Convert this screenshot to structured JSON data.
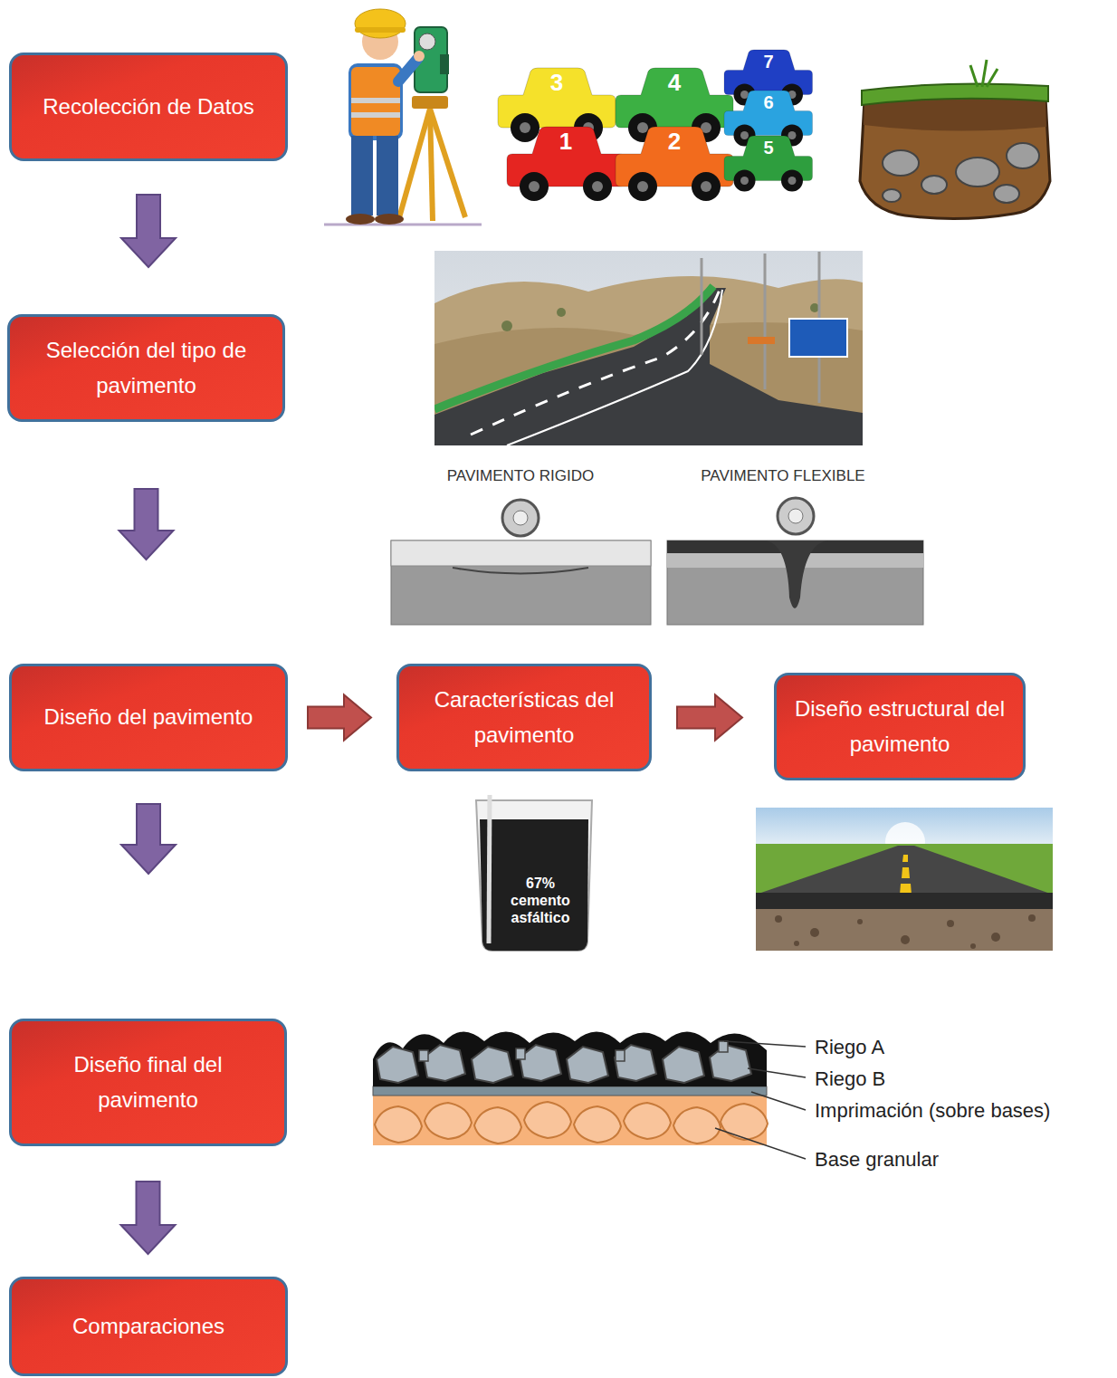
{
  "diagram": {
    "nodes": [
      {
        "text": [
          "Recolección de Datos"
        ]
      },
      {
        "text": [
          "Selección del tipo de pavimento"
        ]
      },
      {
        "text": [
          "Diseño del pavimento"
        ]
      },
      {
        "text": [
          "Características del pavimento"
        ]
      },
      {
        "text": [
          "Diseño estructural del pavimento"
        ]
      },
      {
        "text": [
          "Diseño final del pavimento"
        ]
      },
      {
        "text": [
          "Comparaciones"
        ]
      }
    ],
    "edges": [
      {
        "from": 0,
        "to": 1,
        "arrow": "to"
      },
      {
        "from": 1,
        "to": 2,
        "arrow": "to"
      },
      {
        "from": 2,
        "to": 3,
        "arrow": "to"
      },
      {
        "from": 3,
        "to": 4,
        "arrow": "to"
      },
      {
        "from": 2,
        "to": 5,
        "arrow": "to"
      },
      {
        "from": 5,
        "to": 6,
        "arrow": "to"
      }
    ],
    "labels": [
      "3",
      "4",
      "7",
      "1",
      "2",
      "6",
      "5",
      "PAVIMENTO RIGIDO",
      "PAVIMENTO FLEXIBLE",
      "67% cemento asfáltico",
      "Riego A",
      "Riego B",
      "Imprimación (sobre bases)",
      "Base granular"
    ]
  }
}
